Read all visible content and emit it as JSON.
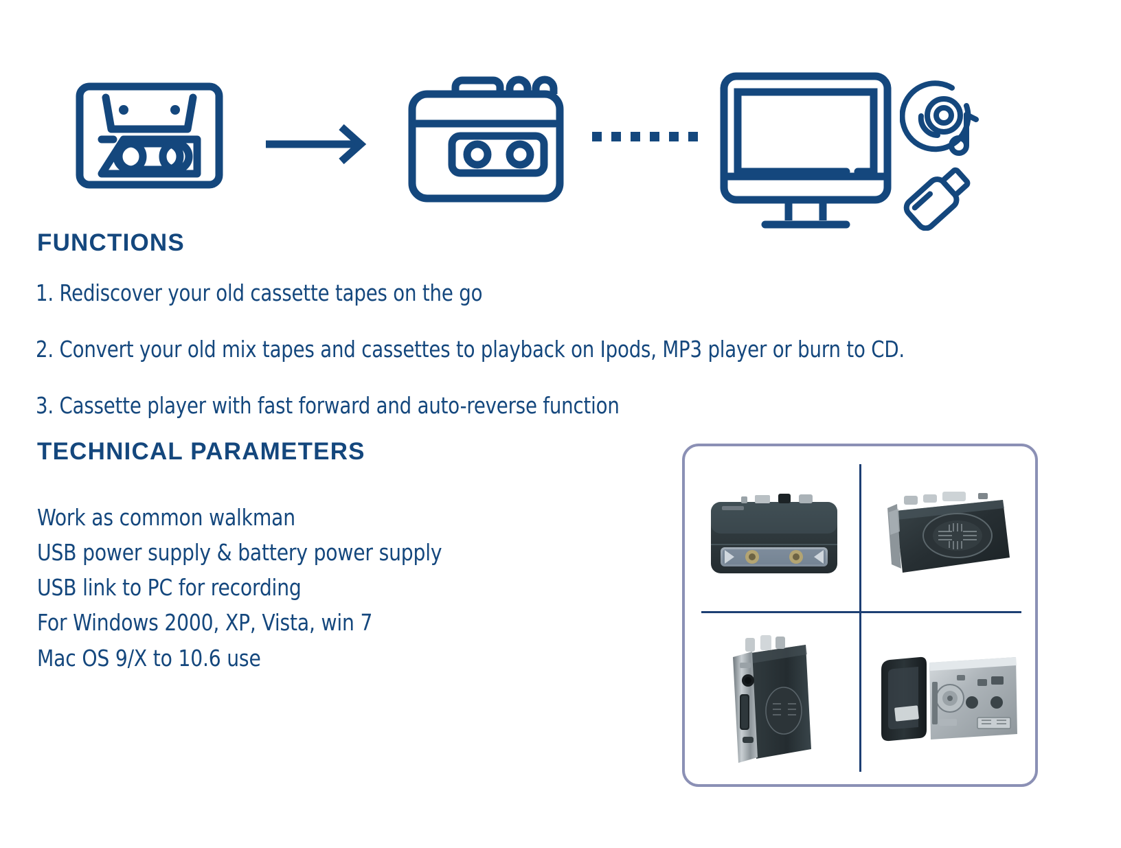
{
  "colors": {
    "navy": "#14477d",
    "divider_navy": "#1d3f73",
    "panel_border": "#8b90b5",
    "background": "#ffffff"
  },
  "icon_strip": {
    "icons": [
      {
        "name": "cassette-tape-icon",
        "label": "cassette tape"
      },
      {
        "name": "arrow-right-icon",
        "label": "arrow right"
      },
      {
        "name": "walkman-cassette-player-icon",
        "label": "portable cassette player"
      },
      {
        "name": "dotted-connector-icon",
        "label": "dotted connector",
        "dot_count": 6
      },
      {
        "name": "computer-monitor-icon",
        "label": "computer monitor"
      },
      {
        "name": "cd-music-note-icon",
        "label": "CD with music note"
      },
      {
        "name": "usb-flash-drive-icon",
        "label": "USB flash drive"
      }
    ]
  },
  "functions": {
    "heading": "FUNCTIONS",
    "items": [
      "1. Rediscover your old cassette tapes on the go",
      "2. Convert your old mix tapes and cassettes to playback on Ipods, MP3 player or burn to CD.",
      "3. Cassette player with fast forward and auto-reverse function"
    ]
  },
  "technical": {
    "heading": "TECHNICAL PARAMETERS",
    "specs": [
      "Work as common walkman",
      "USB power supply & battery power supply",
      "USB link to PC for recording",
      "For Windows 2000, XP, Vista, win 7",
      "Mac OS 9/X to 10.6 use"
    ]
  },
  "product_gallery": {
    "photos": [
      {
        "name": "product-photo-front",
        "label": "front view with cassette window"
      },
      {
        "name": "product-photo-angled",
        "label": "angled view with speaker grille"
      },
      {
        "name": "product-photo-side",
        "label": "side view with controls and ports"
      },
      {
        "name": "product-photo-open",
        "label": "open cassette door showing mechanism"
      }
    ]
  }
}
